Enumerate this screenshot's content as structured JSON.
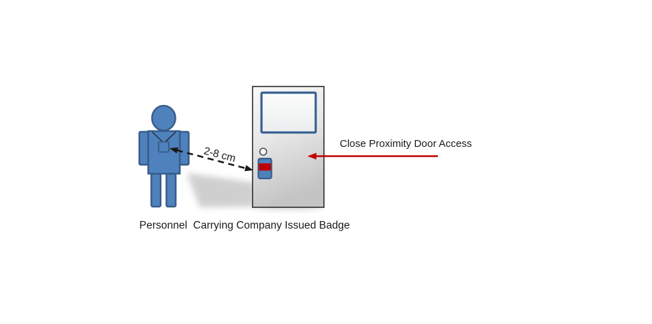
{
  "colors": {
    "person-blue": "#4F81BD",
    "person-border": "#385D8A",
    "accent-red": "#C00000",
    "window-border": "#376092",
    "ink": "#1a1a1a"
  },
  "labels": {
    "distance": "2-8 cm",
    "door_access": "Close Proximity Door Access",
    "caption": "Personnel  Carrying Company Issued Badge"
  }
}
